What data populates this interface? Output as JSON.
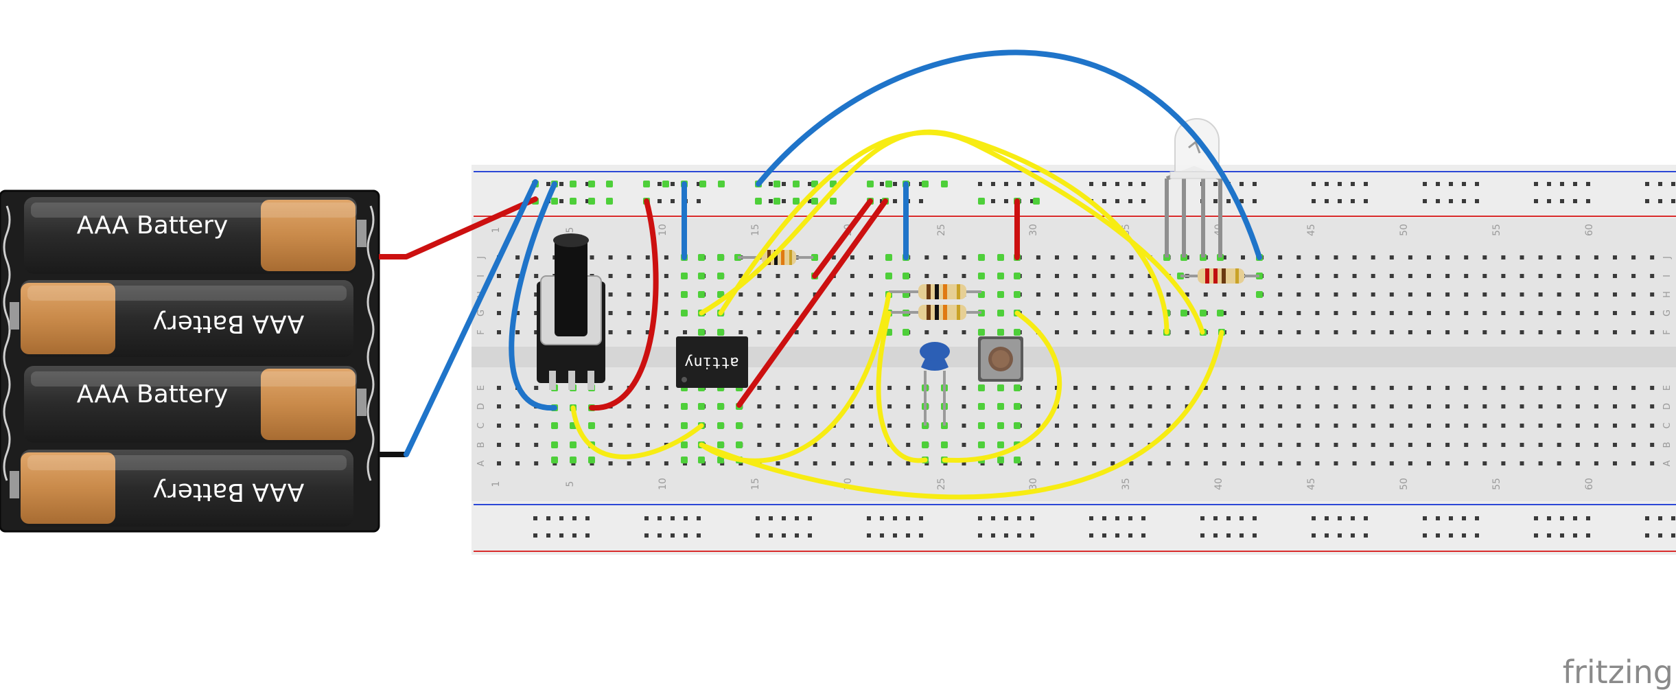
{
  "batteries": {
    "labels": [
      "AAA Battery",
      "AAA Battery",
      "AAA Battery",
      "AAA Battery"
    ]
  },
  "breadboard": {
    "column_numbers": [
      "1",
      "5",
      "10",
      "15",
      "20",
      "25",
      "30",
      "35",
      "40",
      "45",
      "50",
      "55",
      "60"
    ],
    "row_letters_top": [
      "J",
      "I",
      "H",
      "G",
      "F"
    ],
    "row_letters_bottom": [
      "E",
      "D",
      "C",
      "B",
      "A"
    ]
  },
  "chip": {
    "label": "attiny"
  },
  "brand": {
    "logo_text": "fritzing"
  },
  "wire_colors": {
    "red": "#cc1010",
    "blue": "#1f74c9",
    "yellow": "#f7ec13"
  },
  "colors": {
    "board": "#e4e4e4",
    "rail_blue": "#2b47d6",
    "rail_red": "#d92b2b",
    "hole_active": "#4ecf3a",
    "battery_gold": "#c98a4a",
    "battery_black": "#2e2e2e"
  }
}
